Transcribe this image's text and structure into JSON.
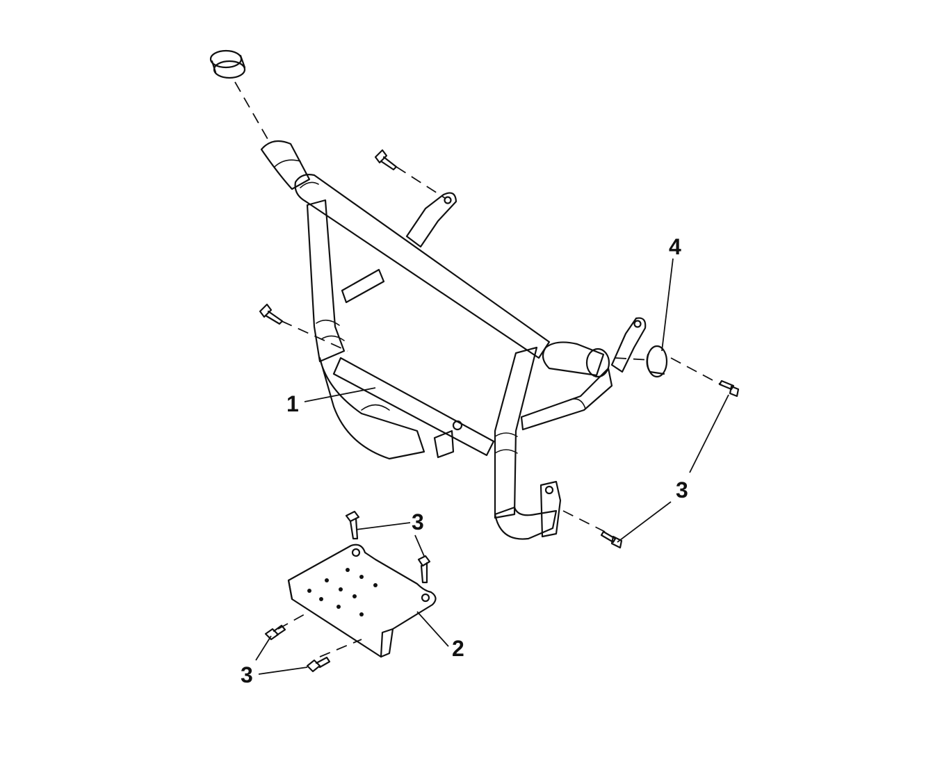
{
  "callouts": {
    "c1": "1",
    "c2": "2",
    "c3a": "3",
    "c3b": "3",
    "c3c": "3",
    "c4": "4"
  }
}
